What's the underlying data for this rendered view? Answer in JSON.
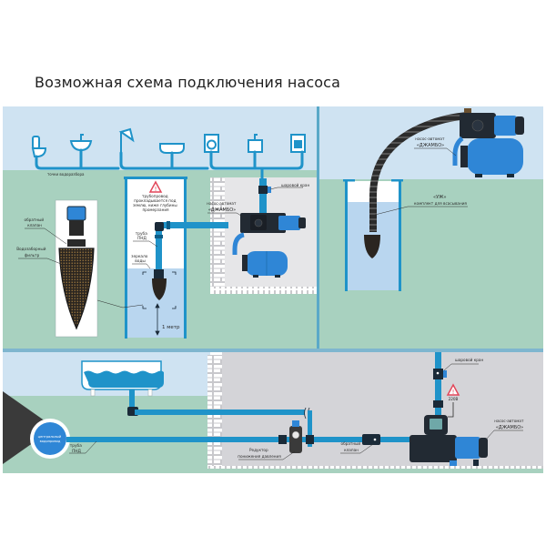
{
  "title": "Возможная схема подключения насоса",
  "colors": {
    "sky": "#cfe3f2",
    "ground": "#a8d1bf",
    "basement": "#d4d4d8",
    "pipe": "#1f93c9",
    "pipe_dark": "#0d5d86",
    "water": "#b9d6ef",
    "tank": "#2f86d6",
    "pump_body": "#222a33",
    "warning": "#e2475a"
  },
  "scheme_1": {
    "fixtures": [
      "toilet",
      "sink",
      "shower",
      "bathtub",
      "washing-machine",
      "kitchen-sink",
      "dishwasher"
    ],
    "water_points_label": "точки водоразбора",
    "ball_valve_label": "шаровой кран",
    "warning_text": [
      "трубопровод",
      "прокладывается под",
      "землю, ниже глубины",
      "промерзания"
    ],
    "pipe_label": [
      "труба",
      "ПНД"
    ],
    "water_level_label": [
      "зеркало",
      "воды"
    ],
    "depth_label": "1 метр",
    "pump_label": [
      "насос-автомат",
      "«ДЖАМБО»"
    ],
    "check_valve_label": [
      "обратный",
      "клапан"
    ],
    "filter_label": [
      "Водозаборный",
      "фильтр"
    ]
  },
  "scheme_2": {
    "pump_label": [
      "насос-автомат",
      "«ДЖАМБО»"
    ],
    "suction_kit_label": [
      "«УЖ»",
      "комплект для всасывания"
    ]
  },
  "scheme_3": {
    "main_label": [
      "центральный",
      "водопровод"
    ],
    "pipe_label": [
      "труба",
      "ПНД"
    ],
    "reducer_label": [
      "Редуктор",
      "понижения давления"
    ],
    "check_valve_label": [
      "обратный",
      "клапан"
    ],
    "ball_valve_label": "шаровой кран",
    "voltage_label": "220В",
    "pump_label": [
      "насос-автомат",
      "«ДЖАМБО»"
    ]
  }
}
